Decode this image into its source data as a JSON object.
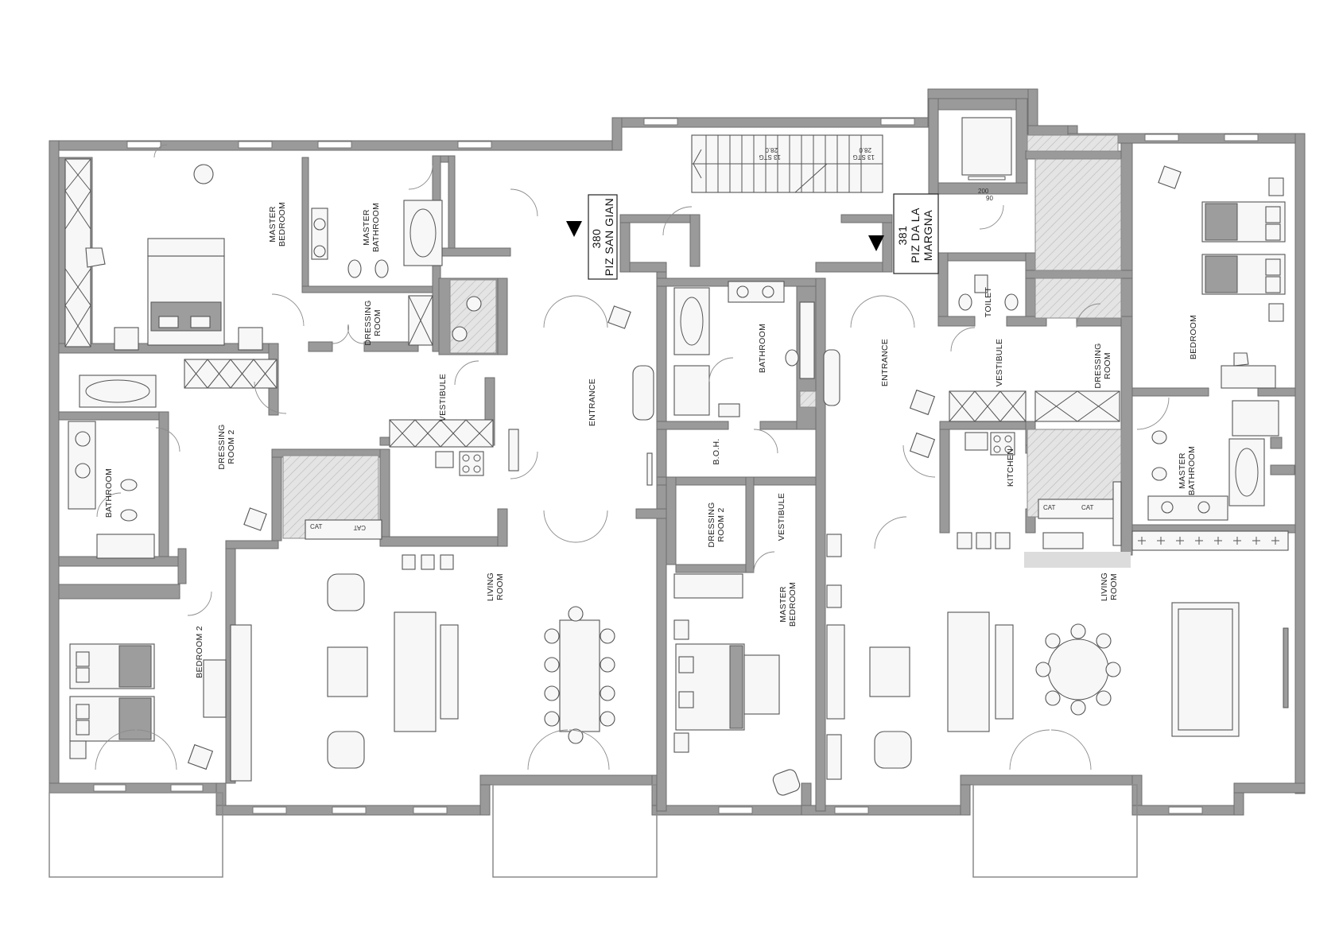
{
  "plan": {
    "units": [
      {
        "number": "380",
        "name": "PIZ SAN GIAN"
      },
      {
        "number": "381",
        "name_line1": "PIZ DA LA",
        "name_line2": "MARGNA"
      }
    ],
    "rooms": {
      "master_bedroom_a": "MASTER",
      "master_bedroom_b": "BEDROOM",
      "master_bathroom_a": "MASTER",
      "master_bathroom_b": "BATHROOM",
      "dressing_room_a": "DRESSING",
      "dressing_room_b": "ROOM",
      "vestibule_left": "VESTIBULE",
      "entrance_left": "ENTRANCE",
      "bathroom_left": "BATHROOM",
      "dressing_room2_a": "DRESSING",
      "dressing_room2_b": "ROOM 2",
      "bedroom2": "BEDROOM 2",
      "living_room_left_a": "LIVING",
      "living_room_left_b": "ROOM",
      "bathroom_center": "BATHROOM",
      "boh": "B.O.H.",
      "dressing_room2_center_a": "DRESSING",
      "dressing_room2_center_b": "ROOM 2",
      "vestibule_center": "VESTIBULE",
      "master_bedroom_center_a": "MASTER",
      "master_bedroom_center_b": "BEDROOM",
      "entrance_right": "ENTRANCE",
      "toilet": "TOILET",
      "vestibule_right": "VESTIBULE",
      "dressing_room_right_a": "DRESSING",
      "dressing_room_right_b": "ROOM",
      "bedroom_right": "BEDROOM",
      "kitchen": "KITCHEN",
      "master_bathroom_right_a": "MASTER",
      "master_bathroom_right_b": "BATHROOM",
      "living_room_right_a": "LIVING",
      "living_room_right_b": "ROOM",
      "cat": "CAT"
    },
    "stair_labels": {
      "left_a": "13 STG",
      "left_b": "28.0",
      "right_a": "13 STG",
      "right_b": "28.0"
    },
    "lift_labels": {
      "a": "200",
      "b": "90"
    }
  }
}
